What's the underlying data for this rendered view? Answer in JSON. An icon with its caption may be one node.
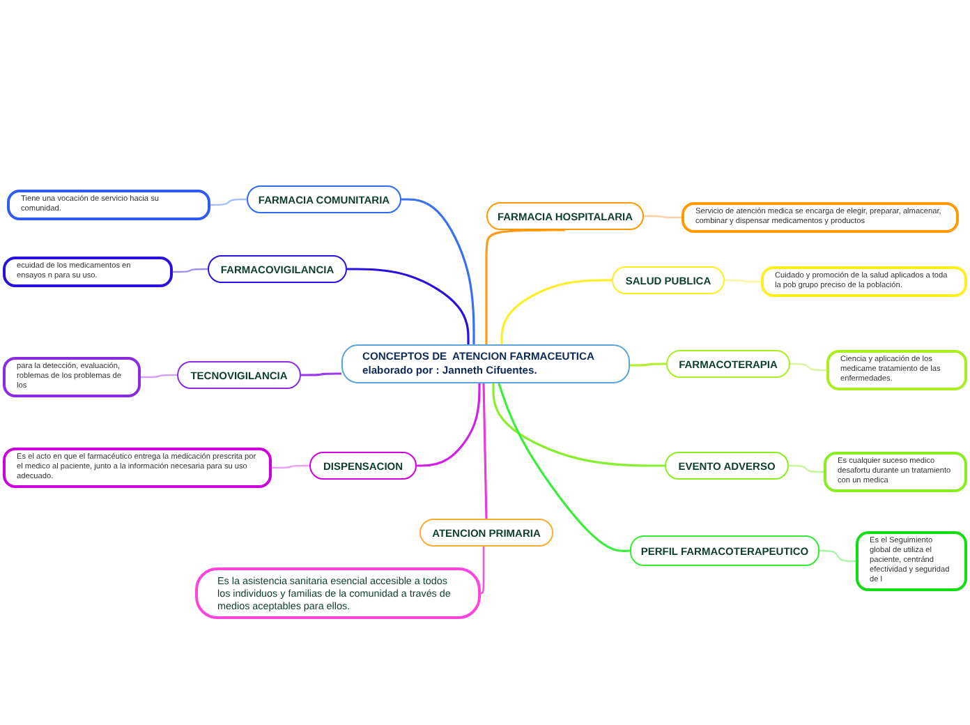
{
  "diagram": {
    "nodes": [
      {
        "text": [
          "CONCEPTOS DE  ATENCION FARMACEUTICA elaborado por : Janneth Cifuentes."
        ]
      },
      {
        "text": [
          "FARMACIA COMUNITARIA"
        ]
      },
      {
        "text": [
          "Tiene una vocación de servicio hacia su comunidad."
        ]
      },
      {
        "text": [
          "FARMACOVIGILANCIA"
        ]
      },
      {
        "text": [
          "ecuidad de los medicamentos en ensayos n para su uso."
        ]
      },
      {
        "text": [
          "TECNOVIGILANCIA"
        ]
      },
      {
        "text": [
          "para la detección, evaluación, roblemas de los problemas de los"
        ]
      },
      {
        "text": [
          "DISPENSACION"
        ]
      },
      {
        "text": [
          "Es el acto en que el farmacéutico entrega la medicación prescrita por el medico al paciente, junto a la información necesaria para su uso adecuado."
        ]
      },
      {
        "text": [
          "ATENCION PRIMARIA"
        ]
      },
      {
        "text": [
          "Es la asistencia sanitaria esencial accesible a todos los individuos y familias de la comunidad a través de medios aceptables para ellos."
        ]
      },
      {
        "text": [
          "FARMACIA HOSPITALARIA"
        ]
      },
      {
        "text": [
          "Servicio de atención medica se encarga de elegir, preparar, almacenar, combinar y dispensar medicamentos y productos"
        ]
      },
      {
        "text": [
          "SALUD PUBLICA"
        ]
      },
      {
        "text": [
          "Cuidado y promoción de la salud aplicados a toda la pob grupo preciso de la población."
        ]
      },
      {
        "text": [
          "FARMACOTERAPIA"
        ]
      },
      {
        "text": [
          "Ciencia y aplicación de los medicame tratamiento de las enfermedades."
        ]
      },
      {
        "text": [
          "EVENTO ADVERSO"
        ]
      },
      {
        "text": [
          "Es cualquier suceso medico desafortu durante un tratamiento con un medica"
        ]
      },
      {
        "text": [
          "PERFIL FARMACOTERAPEUTICO"
        ]
      },
      {
        "text": [
          "Es el Seguimiento global de utiliza el paciente, centránd efectividad y seguridad de l"
        ]
      }
    ],
    "edges": [
      {
        "from": 0,
        "to": 1,
        "arrow": "none",
        "color": "#3a6ff0"
      },
      {
        "from": 1,
        "to": 2,
        "arrow": "none",
        "color": "#a9c0f7"
      },
      {
        "from": 0,
        "to": 3,
        "arrow": "none",
        "color": "#2a10e0"
      },
      {
        "from": 3,
        "to": 4,
        "arrow": "none",
        "color": "#9c90f0"
      },
      {
        "from": 0,
        "to": 5,
        "arrow": "none",
        "color": "#9a3ae8"
      },
      {
        "from": 5,
        "to": 6,
        "arrow": "none",
        "color": "#cfa4f4"
      },
      {
        "from": 0,
        "to": 7,
        "arrow": "none",
        "color": "#d21ee8"
      },
      {
        "from": 7,
        "to": 8,
        "arrow": "none",
        "color": "#eba2f4"
      },
      {
        "from": 0,
        "to": 9,
        "arrow": "none",
        "color": "#e83ad8"
      },
      {
        "from": 9,
        "to": 10,
        "arrow": "none",
        "color": "#f050dc"
      },
      {
        "from": 0,
        "to": 11,
        "arrow": "none",
        "color": "#ff9a1a"
      },
      {
        "from": 11,
        "to": 12,
        "arrow": "none",
        "color": "#fcd0a0"
      },
      {
        "from": 0,
        "to": 13,
        "arrow": "none",
        "color": "#ffee22"
      },
      {
        "from": 13,
        "to": 14,
        "arrow": "none",
        "color": "#fff6a0"
      },
      {
        "from": 0,
        "to": 15,
        "arrow": "none",
        "color": "#b4ee30"
      },
      {
        "from": 15,
        "to": 16,
        "arrow": "none",
        "color": "#dcf6a0"
      },
      {
        "from": 0,
        "to": 17,
        "arrow": "none",
        "color": "#88ee30"
      },
      {
        "from": 17,
        "to": 18,
        "arrow": "none",
        "color": "#c8f6a0"
      },
      {
        "from": 0,
        "to": 19,
        "arrow": "none",
        "color": "#3cee3c"
      },
      {
        "from": 19,
        "to": 20,
        "arrow": "none",
        "color": "#a8f6a8"
      }
    ]
  }
}
